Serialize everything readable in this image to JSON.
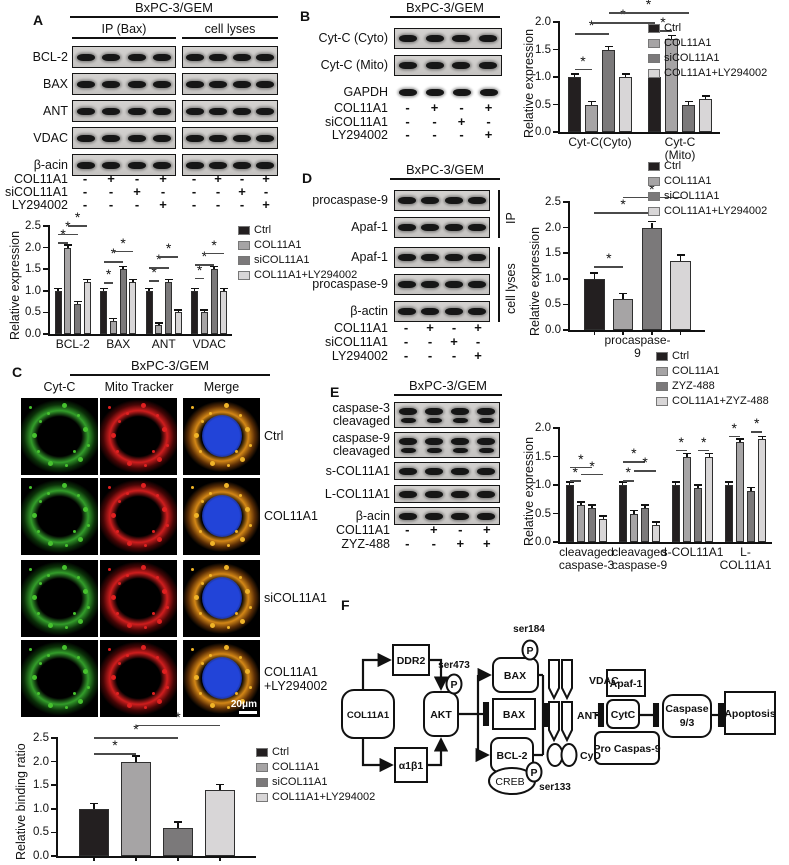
{
  "panel_a": {
    "label": "A",
    "title": "BxPC-3/GEM",
    "lane_groups": [
      "IP (Bax)",
      "cell lyses"
    ],
    "blot_rows": [
      "BCL-2",
      "BAX",
      "ANT",
      "VDAC",
      "β-acin"
    ],
    "treatments": [
      {
        "name": "COL11A1",
        "signs": [
          "-",
          "+",
          "-",
          "+",
          "-",
          "+",
          "-",
          "+"
        ]
      },
      {
        "name": "siCOL11A1",
        "signs": [
          "-",
          "-",
          "+",
          "-",
          "-",
          "-",
          "+",
          "-"
        ]
      },
      {
        "name": "LY294002",
        "signs": [
          "-",
          "-",
          "-",
          "+",
          "-",
          "-",
          "-",
          "+"
        ]
      }
    ]
  },
  "panel_b": {
    "label": "B",
    "title": "BxPC-3/GEM",
    "blot_rows": [
      "Cyt-C (Cyto)",
      "Cyt-C (Mito)",
      "GAPDH"
    ],
    "treatments": [
      {
        "name": "COL11A1",
        "signs": [
          "-",
          "+",
          "-",
          "+"
        ]
      },
      {
        "name": "siCOL11A1",
        "signs": [
          "-",
          "-",
          "+",
          "-"
        ]
      },
      {
        "name": "LY294002",
        "signs": [
          "-",
          "-",
          "-",
          "+"
        ]
      }
    ]
  },
  "panel_c": {
    "label": "C",
    "title": "BxPC-3/GEM",
    "col_headers": [
      "Cyt-C",
      "Mito Tracker",
      "Merge"
    ],
    "row_labels": [
      "Ctrl",
      "COL11A1",
      "siCOL11A1",
      "COL11A1\n+LY294002"
    ],
    "scale_bar": "20μm"
  },
  "panel_d": {
    "label": "D",
    "title": "BxPC-3/GEM",
    "blot_rows": [
      "procaspase-9",
      "Apaf-1",
      "Apaf-1",
      "procaspase-9",
      "β-actin"
    ],
    "brackets": [
      {
        "label": "IP"
      },
      {
        "label": "cell lyses"
      }
    ],
    "treatments": [
      {
        "name": "COL11A1",
        "signs": [
          "-",
          "+",
          "-",
          "+"
        ]
      },
      {
        "name": "siCOL11A1",
        "signs": [
          "-",
          "-",
          "+",
          "-"
        ]
      },
      {
        "name": "LY294002",
        "signs": [
          "-",
          "-",
          "-",
          "+"
        ]
      }
    ]
  },
  "panel_e": {
    "label": "E",
    "title": "BxPC-3/GEM",
    "blot_rows": [
      "caspase-3\ncleavaged",
      "caspase-9\ncleavaged",
      "s-COL11A1",
      "L-COL11A1",
      "β-acin"
    ],
    "treatments": [
      {
        "name": "COL11A1",
        "signs": [
          "-",
          "+",
          "-",
          "+"
        ]
      },
      {
        "name": "ZYZ-488",
        "signs": [
          "-",
          "-",
          "+",
          "+"
        ]
      }
    ]
  },
  "panel_f": {
    "label": "F",
    "nodes": {
      "col11a1": "COL11A1",
      "ddr2": "DDR2",
      "a1b1": "α1β1",
      "akt": "AKT",
      "bax1": "BAX",
      "bax2": "BAX",
      "bcl2": "BCL-2",
      "creb": "CREB",
      "p": "P",
      "ser473": "ser473",
      "ser184": "ser184",
      "ser133": "ser133",
      "vdac": "VDAC",
      "ant": "ANT",
      "cyd": "CyD",
      "apaf1": "Apaf-1",
      "cytc": "CytC",
      "procaspase9": "Pro Caspas-9",
      "caspase93_l1": "Caspase",
      "caspase93_l2": "9/3",
      "apoptosis": "Apoptosis"
    }
  },
  "chart_data": [
    {
      "id": "panel_a_chart",
      "type": "bar",
      "categories": [
        "BCL-2",
        "BAX",
        "ANT",
        "VDAC"
      ],
      "series": [
        {
          "name": "Ctrl",
          "color": "#231f20",
          "values": [
            1.0,
            1.0,
            1.0,
            1.0
          ]
        },
        {
          "name": "COL11A1",
          "color": "#a6a4a5",
          "values": [
            2.0,
            0.3,
            0.2,
            0.5
          ]
        },
        {
          "name": "siCOL11A1",
          "color": "#7b797a",
          "values": [
            0.7,
            1.5,
            1.2,
            1.5
          ]
        },
        {
          "name": "COL11A1+LY294002",
          "color": "#d8d6d7",
          "values": [
            1.2,
            1.2,
            0.5,
            1.0
          ]
        }
      ],
      "ylabel": "Relative expression",
      "xlabel": "",
      "ylim": [
        0,
        2.5
      ],
      "ytick_step": 0.5,
      "err": 0.04,
      "legend_position": "right",
      "grid": false,
      "sig": [
        {
          "bars": [
            0,
            1
          ],
          "y": 2.12,
          "label": "*"
        },
        {
          "bars": [
            0,
            2
          ],
          "y": 2.32,
          "label": "*"
        },
        {
          "bars": [
            1,
            3
          ],
          "y": 2.52,
          "label": "*"
        },
        {
          "bars": [
            4,
            5
          ],
          "y": 1.2,
          "label": "*"
        },
        {
          "bars": [
            4,
            6
          ],
          "y": 1.68,
          "label": "*"
        },
        {
          "bars": [
            5,
            7
          ],
          "y": 1.93,
          "label": "*"
        },
        {
          "bars": [
            8,
            9
          ],
          "y": 1.25,
          "label": "*"
        },
        {
          "bars": [
            8,
            10
          ],
          "y": 1.55,
          "label": "*"
        },
        {
          "bars": [
            9,
            11
          ],
          "y": 1.8,
          "label": "*"
        },
        {
          "bars": [
            12,
            13
          ],
          "y": 1.3,
          "label": "*"
        },
        {
          "bars": [
            12,
            14
          ],
          "y": 1.62,
          "label": "*"
        },
        {
          "bars": [
            13,
            15
          ],
          "y": 1.88,
          "label": "*"
        }
      ]
    },
    {
      "id": "panel_b_chart",
      "type": "bar",
      "categories": [
        "Cyt-C(Cyto)",
        "Cyt-C (Mito)"
      ],
      "series": [
        {
          "name": "Ctrl",
          "color": "#231f20",
          "values": [
            1.0,
            1.0
          ]
        },
        {
          "name": "COL11A1",
          "color": "#a6a4a5",
          "values": [
            0.5,
            1.7
          ]
        },
        {
          "name": "siCOL11A1",
          "color": "#7b797a",
          "values": [
            1.5,
            0.5
          ]
        },
        {
          "name": "COL11A1+LY294002",
          "color": "#d8d6d7",
          "values": [
            1.0,
            0.6
          ]
        }
      ],
      "ylabel": "Relative expression",
      "xlabel": "",
      "ylim": [
        0,
        2.0
      ],
      "ytick_step": 0.5,
      "err": 0.04,
      "legend_position": "right",
      "grid": false,
      "sig": [
        {
          "bars": [
            0,
            1
          ],
          "y": 1.15,
          "label": "*"
        },
        {
          "bars": [
            0,
            2
          ],
          "y": 1.8,
          "label": "*"
        },
        {
          "bars": [
            1,
            4
          ],
          "y": 2.0,
          "label": "*"
        },
        {
          "bars": [
            2,
            6
          ],
          "y": 2.18,
          "label": "*"
        },
        {
          "bars": [
            4,
            5
          ],
          "y": 1.85,
          "label": "*"
        }
      ]
    },
    {
      "id": "panel_d_chart",
      "type": "bar",
      "categories": [
        "procaspase-9"
      ],
      "series": [
        {
          "name": "Ctrl",
          "color": "#231f20",
          "values": [
            1.0
          ]
        },
        {
          "name": "COL11A1",
          "color": "#a6a4a5",
          "values": [
            0.6
          ]
        },
        {
          "name": "siCOL11A1",
          "color": "#7b797a",
          "values": [
            2.0
          ]
        },
        {
          "name": "COL11A1+LY294002",
          "color": "#d8d6d7",
          "values": [
            1.35
          ]
        }
      ],
      "ylabel": "Relative expression",
      "xlabel": "procaspase-9",
      "ylim": [
        0,
        2.5
      ],
      "ytick_step": 0.5,
      "err": 0.1,
      "legend_position": "top-right",
      "grid": false,
      "xticks": true,
      "sig": [
        {
          "bars": [
            0,
            1
          ],
          "y": 1.25,
          "label": "*"
        },
        {
          "bars": [
            0,
            2
          ],
          "y": 2.3,
          "label": "*"
        },
        {
          "bars": [
            1,
            3
          ],
          "y": 2.6,
          "label": "*"
        }
      ]
    },
    {
      "id": "panel_e_chart",
      "type": "bar",
      "categories": [
        "cleavaged\ncaspase-3",
        "cleavaged\ncaspase-9",
        "s-COL11A1",
        "L-COL11A1"
      ],
      "series": [
        {
          "name": "Ctrl",
          "color": "#231f20",
          "values": [
            1.0,
            1.0,
            1.0,
            1.0
          ]
        },
        {
          "name": "COL11A1",
          "color": "#a6a4a5",
          "values": [
            0.65,
            0.5,
            1.5,
            1.75
          ]
        },
        {
          "name": "ZYZ-488",
          "color": "#7b797a",
          "values": [
            0.6,
            0.6,
            0.95,
            0.9
          ]
        },
        {
          "name": "COL11A1+ZYZ-488",
          "color": "#d8d6d7",
          "values": [
            0.4,
            0.3,
            1.5,
            1.8
          ]
        }
      ],
      "ylabel": "Relative expression",
      "xlabel": "",
      "ylim": [
        0,
        2.0
      ],
      "ytick_step": 0.5,
      "err": 0.04,
      "legend_position": "top-right",
      "grid": false,
      "sig": [
        {
          "bars": [
            0,
            1
          ],
          "y": 1.08,
          "label": "*"
        },
        {
          "bars": [
            0,
            2
          ],
          "y": 1.32,
          "label": "*"
        },
        {
          "bars": [
            1,
            3
          ],
          "y": 1.2,
          "label": "*"
        },
        {
          "bars": [
            4,
            5
          ],
          "y": 1.08,
          "label": "*"
        },
        {
          "bars": [
            4,
            6
          ],
          "y": 1.42,
          "label": "*"
        },
        {
          "bars": [
            5,
            7
          ],
          "y": 1.26,
          "label": "*"
        },
        {
          "bars": [
            8,
            9
          ],
          "y": 1.62,
          "label": "*"
        },
        {
          "bars": [
            10,
            11
          ],
          "y": 1.62,
          "label": "*"
        },
        {
          "bars": [
            12,
            13
          ],
          "y": 1.86,
          "label": "*"
        },
        {
          "bars": [
            14,
            15
          ],
          "y": 1.94,
          "label": "*"
        }
      ]
    },
    {
      "id": "panel_c_chart",
      "type": "bar",
      "categories": [
        ""
      ],
      "series": [
        {
          "name": "Ctrl",
          "color": "#231f20",
          "values": [
            1.0
          ]
        },
        {
          "name": "COL11A1",
          "color": "#a6a4a5",
          "values": [
            2.0
          ]
        },
        {
          "name": "siCOL11A1",
          "color": "#7b797a",
          "values": [
            0.6
          ]
        },
        {
          "name": "COL11A1+LY294002",
          "color": "#d8d6d7",
          "values": [
            1.4
          ]
        }
      ],
      "ylabel": "Relative binding ratio",
      "xlabel": "",
      "ylim": [
        0,
        2.5
      ],
      "ytick_step": 0.5,
      "err": 0.1,
      "legend_position": "right",
      "grid": false,
      "show_xlabels": false,
      "xticks": true,
      "sig": [
        {
          "bars": [
            0,
            1
          ],
          "y": 2.18,
          "label": "*"
        },
        {
          "bars": [
            0,
            2
          ],
          "y": 2.52,
          "label": "*"
        },
        {
          "bars": [
            1,
            3
          ],
          "y": 2.78,
          "label": "*"
        }
      ]
    }
  ]
}
